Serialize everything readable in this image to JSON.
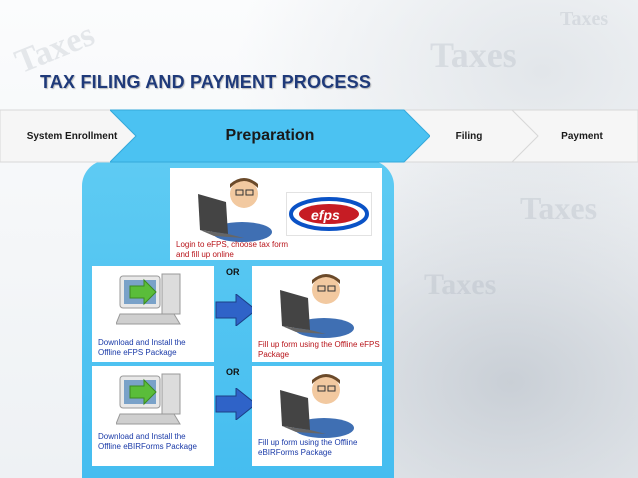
{
  "title": "TAX FILING AND PAYMENT PROCESS",
  "background_words": [
    "Taxes",
    "Taxes",
    "Taxes",
    "Taxes",
    "Taxes"
  ],
  "process_steps": [
    {
      "label": "System Enrollment"
    },
    {
      "label": "Preparation"
    },
    {
      "label": "Filing"
    },
    {
      "label": "Payment"
    }
  ],
  "logo_text": "efps",
  "options": {
    "online": {
      "caption": "Login to eFPS, choose tax form and fill up online"
    },
    "or_1": "OR",
    "efps_offline": {
      "download_caption": "Download and Install the Offline eFPS Package",
      "fill_caption": "Fill up form using the Offline eFPS Package"
    },
    "or_2": "OR",
    "ebirforms": {
      "download_caption": "Download and Install the Offline eBIRForms Package",
      "fill_caption": "Fill up form using the Offline eBIRForms Package"
    }
  },
  "colors": {
    "title": "#1f3a7a",
    "panel": "#45bdf0",
    "arrow": "#2f63c8",
    "active_step": "#4bc2f2",
    "inactive_step": "#f6f6f6",
    "caption_red": "#b8141a",
    "caption_blue": "#1a3aa8"
  }
}
